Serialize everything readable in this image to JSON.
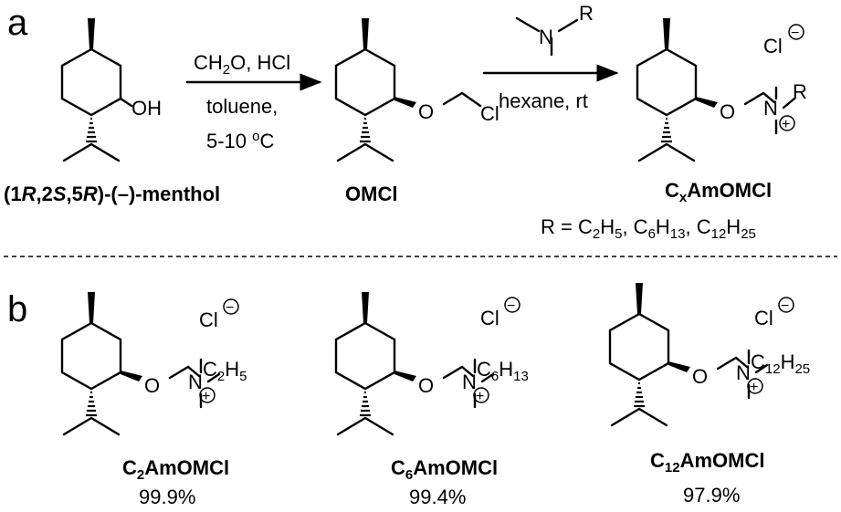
{
  "panel_a": {
    "letter": "a"
  },
  "panel_b": {
    "letter": "b"
  },
  "step1": {
    "line1": "CH₂O, HCl",
    "line2": "toluene,",
    "line3": "5-10 ºC"
  },
  "step2": {
    "line1": "hexane, rt"
  },
  "atoms": {
    "oh": "OH",
    "o": "O",
    "cl": "Cl",
    "n": "N",
    "r": "R",
    "cl_ion": "Cl",
    "charge_minus": "−",
    "charge_plus": "+"
  },
  "compounds": {
    "menthol": "(1R,2S,5R)-(–)-menthol",
    "omcl": "OMCl",
    "cxamomcl": "CₓAmOMCl"
  },
  "r_groups": "R = C₂H₅, C₆H₁₃, C₁₂H₂₅",
  "products": [
    {
      "substituent": "C₂H₅",
      "name": "C₂AmOMCl",
      "yield": "99.9%"
    },
    {
      "substituent": "C₆H₁₃",
      "name": "C₆AmOMCl",
      "yield": "99.4%"
    },
    {
      "substituent": "C₁₂H₂₅",
      "name": "C₁₂AmOMCl",
      "yield": "97.9%"
    }
  ]
}
